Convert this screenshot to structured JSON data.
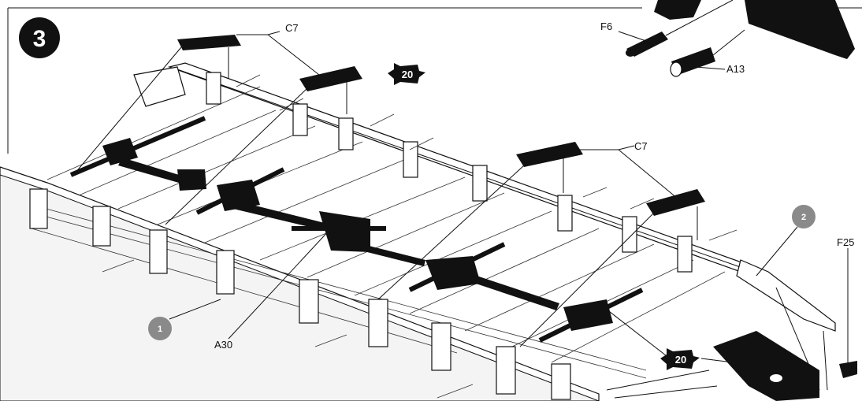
{
  "step": {
    "number": "3"
  },
  "callouts": {
    "c7_top": "C7",
    "c7_right": "C7",
    "f6": "F6",
    "a13": "A13",
    "f25": "F25",
    "a30": "A30"
  },
  "circles": {
    "one": "1",
    "two": "2"
  },
  "stars": {
    "top": "20",
    "bottom": "20"
  },
  "colors": {
    "ink": "#111111",
    "badge": "#8a8a8a",
    "paper": "#ffffff"
  }
}
